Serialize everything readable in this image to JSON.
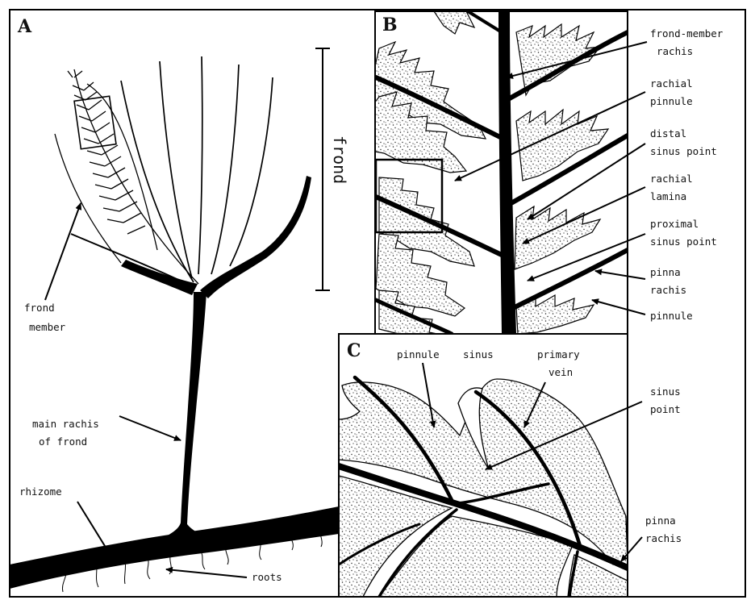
{
  "panels": {
    "a": "A",
    "b": "B",
    "c": "C"
  },
  "panel_a": {
    "frond": "frond",
    "frond_member_l1": "frond",
    "frond_member_l2": "member",
    "main_rachis_l1": "main rachis",
    "main_rachis_l2": "of frond",
    "rhizome": "rhizome",
    "roots": "roots"
  },
  "panel_b": {
    "frond_member_rachis_l1": "frond-member",
    "frond_member_rachis_l2": "rachis",
    "rachial_pinnule_l1": "rachial",
    "rachial_pinnule_l2": "pinnule",
    "distal_sinus_l1": "distal",
    "distal_sinus_l2": "sinus point",
    "rachial_lamina_l1": "rachial",
    "rachial_lamina_l2": "lamina",
    "proximal_sinus_l1": "proximal",
    "proximal_sinus_l2": "sinus point",
    "pinna_rachis_l1": "pinna",
    "pinna_rachis_l2": "rachis",
    "pinnule": "pinnule"
  },
  "panel_c": {
    "pinnule": "pinnule",
    "sinus": "sinus",
    "primary_vein_l1": "primary",
    "primary_vein_l2": "vein",
    "sinus_point_l1": "sinus",
    "sinus_point_l2": "point",
    "pinna_rachis_l1": "pinna",
    "pinna_rachis_l2": "rachis"
  }
}
